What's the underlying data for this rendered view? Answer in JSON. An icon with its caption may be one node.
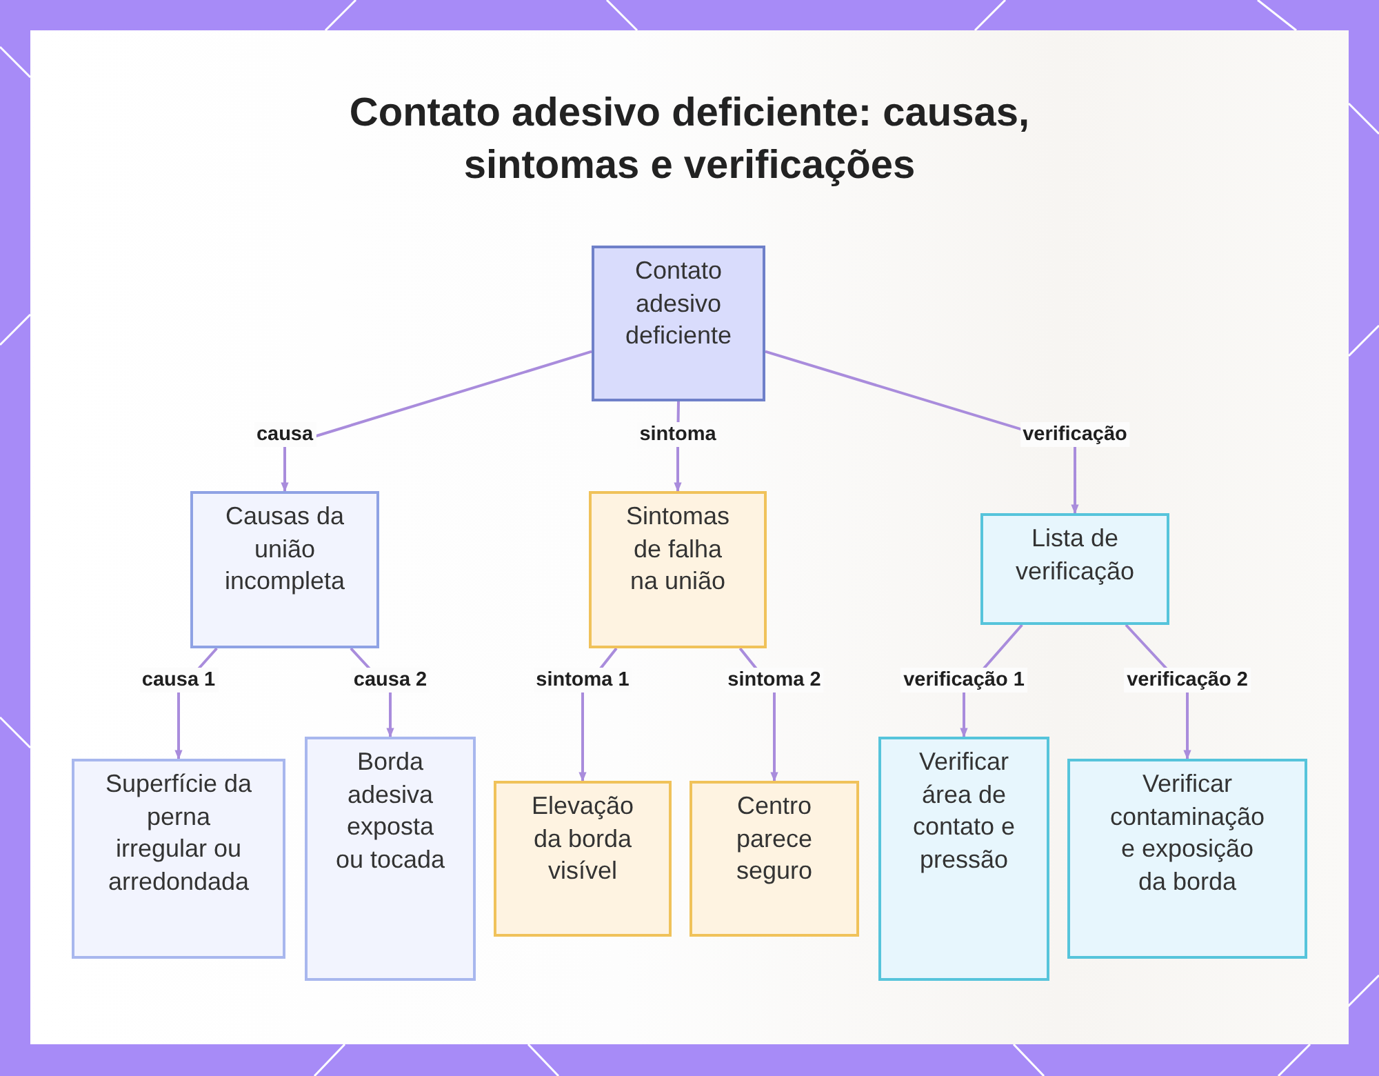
{
  "diagram": {
    "title": "Contato adesivo deficiente: causas, sintomas e verificações",
    "nodes": [
      {
        "text": [
          "Contato adesivo deficiente"
        ]
      },
      {
        "text": [
          "Causas da união incompleta"
        ]
      },
      {
        "text": [
          "Sintomas de falha na união"
        ]
      },
      {
        "text": [
          "Lista de verificação"
        ]
      },
      {
        "text": [
          "Superfície da perna irregular ou arredondada"
        ]
      },
      {
        "text": [
          "Borda adesiva exposta ou tocada"
        ]
      },
      {
        "text": [
          "Elevação da borda visível"
        ]
      },
      {
        "text": [
          "Centro parece seguro"
        ]
      },
      {
        "text": [
          "Verificar área de contato e pressão"
        ]
      },
      {
        "text": [
          "Verificar contaminação e exposição da borda"
        ]
      }
    ],
    "edges": [
      {
        "from": 0,
        "to": 1,
        "arrow": "to",
        "label": "causa"
      },
      {
        "from": 0,
        "to": 2,
        "arrow": "to",
        "label": "sintoma"
      },
      {
        "from": 0,
        "to": 3,
        "arrow": "to",
        "label": "verificação"
      },
      {
        "from": 1,
        "to": 4,
        "arrow": "to",
        "label": "causa 1"
      },
      {
        "from": 1,
        "to": 5,
        "arrow": "to",
        "label": "causa 2"
      },
      {
        "from": 2,
        "to": 6,
        "arrow": "to",
        "label": "sintoma 1"
      },
      {
        "from": 2,
        "to": 7,
        "arrow": "to",
        "label": "sintoma 2"
      },
      {
        "from": 3,
        "to": 8,
        "arrow": "to",
        "label": "verificação 1"
      },
      {
        "from": 3,
        "to": 9,
        "arrow": "to",
        "label": "verificação 2"
      }
    ]
  }
}
